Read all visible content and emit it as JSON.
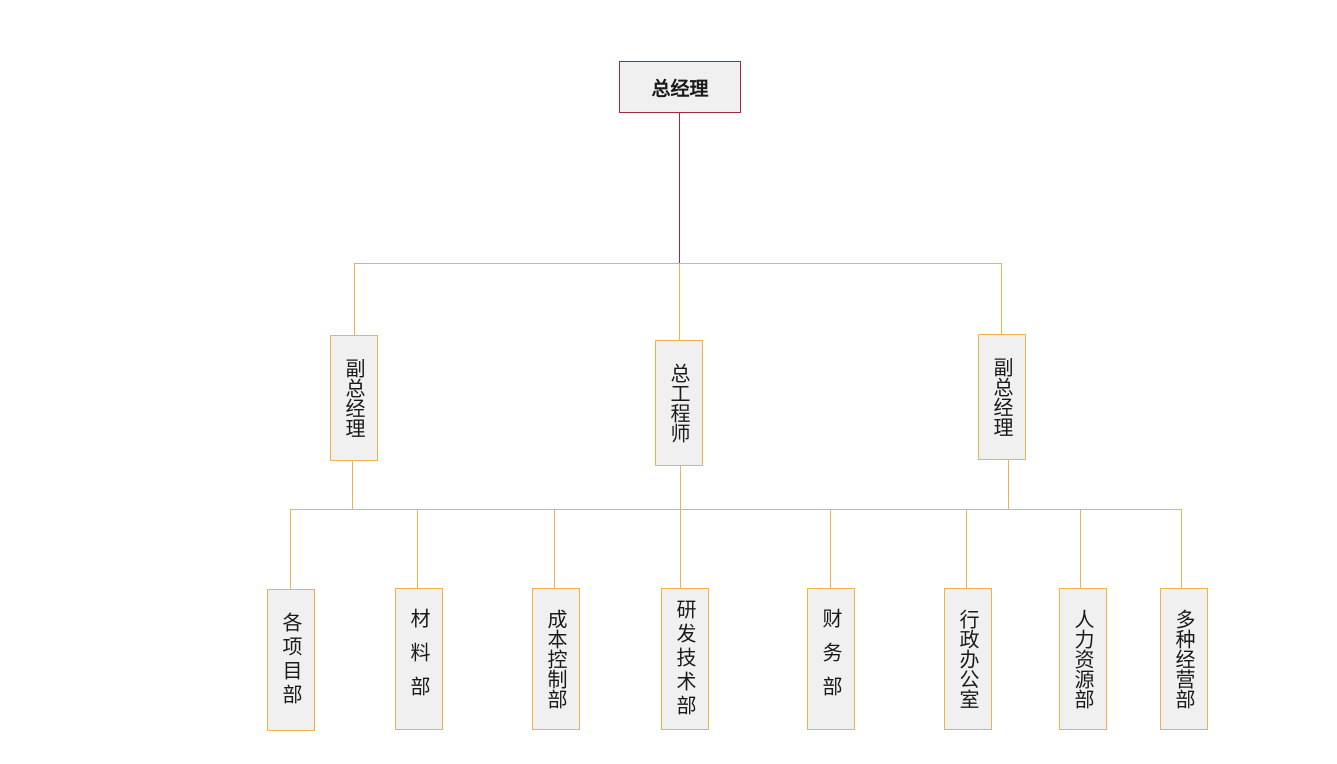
{
  "org_chart": {
    "root": {
      "label": "总经理"
    },
    "level2": [
      {
        "id": "vp-left",
        "label": "副总经理"
      },
      {
        "id": "chief-engineer",
        "label": "总工程师"
      },
      {
        "id": "vp-right",
        "label": "副总经理"
      }
    ],
    "level3": [
      {
        "id": "project-depts",
        "label": "各项目部"
      },
      {
        "id": "materials",
        "label": "材料部"
      },
      {
        "id": "cost-control",
        "label": "成本控制部"
      },
      {
        "id": "rnd-tech",
        "label": "研发技术部"
      },
      {
        "id": "finance",
        "label": "财务部"
      },
      {
        "id": "admin-office",
        "label": "行政办公室"
      },
      {
        "id": "hr",
        "label": "人力资源部"
      },
      {
        "id": "diversified",
        "label": "多种经营部"
      }
    ]
  },
  "colors": {
    "node_fill": "#f0f0f0",
    "node_border": "#f0b24a",
    "root_border": "#a3293a",
    "connector": "#f0b24a",
    "root_connector": "#a3293a"
  }
}
